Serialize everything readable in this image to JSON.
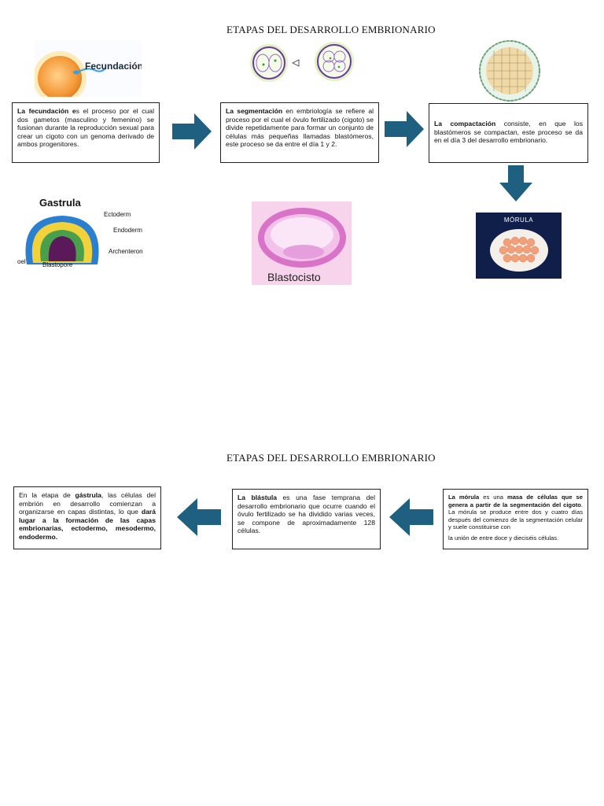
{
  "page1": {
    "title": "ETAPAS DEL DESARROLLO EMBRIONARIO",
    "fecundacion": {
      "image_label": "Fecundación",
      "text_bold": "La fecundación e",
      "text_rest": "s el proceso por el cual dos gametos (masculino y femenino) se fusionan durante la reproducción sexual para crear un cigoto con un genoma derivado de ambos progenitores."
    },
    "segmentacion": {
      "text_bold": "La segmentación",
      "text_rest": " en embriología se refiere al proceso por el cual el óvulo fertilizado (cigoto) se divide repetidamente para formar un conjunto de células más pequeñas llamadas blastómeros, este proceso se da entre el día 1 y 2."
    },
    "compactacion": {
      "text_bold": "La compactación",
      "text_rest": " consiste, en que los blastómeros se compactan, este proceso se da en el día 3 del desarrollo embrionario."
    },
    "gastrula_image": {
      "title": "Gastrula",
      "labels": [
        "Ectoderm",
        "Endoderm",
        "Archenteron",
        "Blastopore",
        "oel"
      ]
    },
    "blastocisto_image": {
      "label": "Blastocisto"
    },
    "morula_image": {
      "label": "MÓRULA"
    }
  },
  "page2": {
    "title": "ETAPAS DEL DESARROLLO EMBRIONARIO",
    "gastrula_box": {
      "t1": "En la etapa de ",
      "b1": "gástrula",
      "t2": ", las células del embrión en desarrollo comienzan a organizarse en capas distintas, lo que ",
      "b2": "dará lugar a la formación de las capas embrionarias, ectodermo, mesodermo, endodermo."
    },
    "blastula_box": {
      "b1": "La blástula",
      "t1": " es una fase temprana del desarrollo embrionario que ocurre cuando el óvulo fertilizado se ha dividido varias veces, se compone de aproximadamente 128 células."
    },
    "morula_box": {
      "b1": "La mórula",
      "t1": " es una ",
      "b2": "masa de células que se genera a partir de la segmentación del cigoto",
      "t2": ". La mórula se produce entre dos y cuatro días después del comienzo de la segmentación celular y suele constituirse con",
      "t3": "la unión de entre doce y dieciséis células."
    }
  },
  "colors": {
    "arrow": "#1f5f7f",
    "morula_bg": "#0f1f4a",
    "blasto_bg": "#f7d3ec"
  }
}
